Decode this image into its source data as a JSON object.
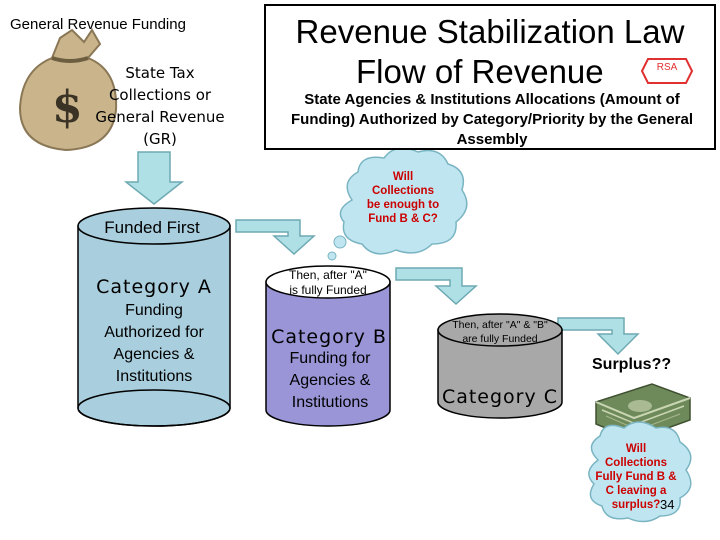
{
  "header": {
    "general_revenue_funding": "General Revenue Funding",
    "state_tax_text": "State Tax Collections or General Revenue (GR)"
  },
  "title": {
    "line1": "Revenue Stabilization Law",
    "line2": "Flow of Revenue",
    "badge": "RSA",
    "subtitle": "State Agencies & Institutions Allocations (Amount of Funding) Authorized by Category/Priority by the General Assembly"
  },
  "category_a": {
    "funded_first": "Funded First",
    "name": "Category A",
    "description": "Funding Authorized for Agencies & Institutions"
  },
  "category_b": {
    "then_note": "Then, after \"A\" is fully Funded",
    "name": "Category B",
    "description": "Funding for Agencies & Institutions"
  },
  "category_c": {
    "then_note": "Then, after \"A\" & \"B\" are fully Funded",
    "name": "Category C"
  },
  "clouds": {
    "will_collections_bc": "Will Collections be enough to Fund B & C?",
    "will_collections_surplus": "Will Collections Fully Fund B & C leaving a surplus?"
  },
  "surplus": "Surplus??",
  "slide_number": "34",
  "colors": {
    "arrow": "#aee0e6",
    "cloud": "#bfe6f0",
    "cylinder_a": "#a9cedd",
    "cylinder_b": "#9a95d6",
    "cylinder_c": "#a8a8a8",
    "cloud_text": "#cc0000",
    "badge": "#e03030"
  },
  "icons": [
    "money-bag-icon",
    "money-stack-icon"
  ]
}
